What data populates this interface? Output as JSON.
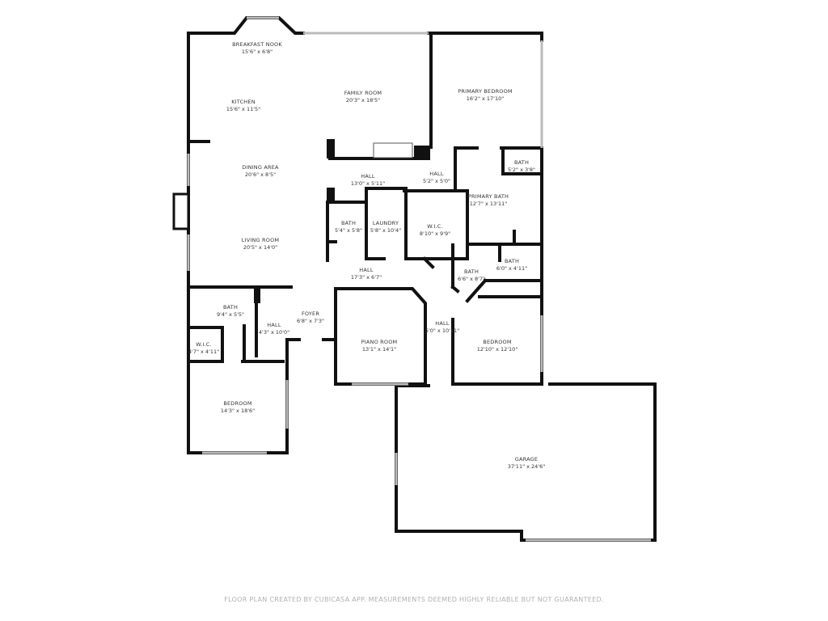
{
  "rooms": [
    {
      "name": "BREAKFAST NOOK",
      "dims": "15'6\" x 6'8\""
    },
    {
      "name": "KITCHEN",
      "dims": "15'6\" x 11'5\""
    },
    {
      "name": "FAMILY ROOM",
      "dims": "20'3\" x 18'5\""
    },
    {
      "name": "PRIMARY BEDROOM",
      "dims": "16'2\" x 17'10\""
    },
    {
      "name": "DINING AREA",
      "dims": "20'6\" x 8'5\""
    },
    {
      "name": "HALL",
      "dims": "13'0\" x 5'11\""
    },
    {
      "name": "HALL",
      "dims": "5'2\" x 5'0\""
    },
    {
      "name": "BATH",
      "dims": "5'2\" x 3'8\""
    },
    {
      "name": "PRIMARY BATH",
      "dims": "12'7\" x 13'11\""
    },
    {
      "name": "BATH",
      "dims": "5'4\" x 5'8\""
    },
    {
      "name": "LAUNDRY",
      "dims": "5'8\" x 10'4\""
    },
    {
      "name": "W.I.C.",
      "dims": "8'10\" x 9'9\""
    },
    {
      "name": "LIVING ROOM",
      "dims": "20'5\" x 14'0\""
    },
    {
      "name": "HALL",
      "dims": "17'3\" x 6'7\""
    },
    {
      "name": "BATH",
      "dims": "6'6\" x 8'7\""
    },
    {
      "name": "BATH",
      "dims": "6'0\" x 4'11\""
    },
    {
      "name": "BATH",
      "dims": "9'4\" x 5'5\""
    },
    {
      "name": "FOYER",
      "dims": "6'8\" x 7'3\""
    },
    {
      "name": "HALL",
      "dims": "4'3\" x 10'0\""
    },
    {
      "name": "W.I.C.",
      "dims": "4'7\" x 4'11\""
    },
    {
      "name": "PIANO ROOM",
      "dims": "13'1\" x 14'1\""
    },
    {
      "name": "HALL",
      "dims": "5'0\" x 10'11\""
    },
    {
      "name": "BEDROOM",
      "dims": "12'10\" x 12'10\""
    },
    {
      "name": "BEDROOM",
      "dims": "14'3\" x 18'6\""
    },
    {
      "name": "GARAGE",
      "dims": "37'11\" x 24'6\""
    }
  ],
  "footer": "FLOOR PLAN CREATED BY CUBICASA APP. MEASUREMENTS DEEMED HIGHLY RELIABLE BUT NOT GUARANTEED.",
  "colors": {
    "wall": "#111111",
    "window": "#bbbbbb",
    "text": "#333333"
  }
}
